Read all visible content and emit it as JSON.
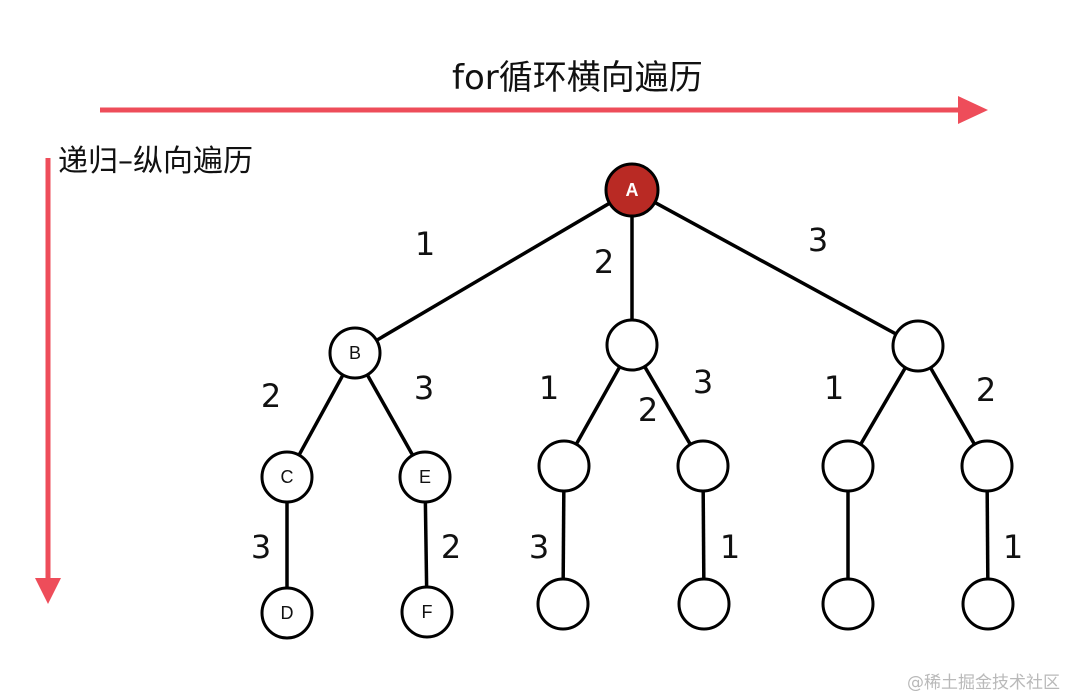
{
  "title_horizontal": "for循环横向遍历",
  "title_vertical": "递归–纵向遍历",
  "watermark": "@稀土掘金技术社区",
  "colors": {
    "arrow": "#ee4d5a",
    "root_fill": "#b92a24",
    "node_stroke": "#000000",
    "edge": "#000000"
  },
  "tree": {
    "nodes": [
      {
        "id": "A",
        "label": "A",
        "root": true
      },
      {
        "id": "B",
        "label": "B"
      },
      {
        "id": "M",
        "label": ""
      },
      {
        "id": "R",
        "label": ""
      },
      {
        "id": "C",
        "label": "C"
      },
      {
        "id": "E",
        "label": "E"
      },
      {
        "id": "M1",
        "label": ""
      },
      {
        "id": "M2",
        "label": ""
      },
      {
        "id": "R1",
        "label": ""
      },
      {
        "id": "R2",
        "label": ""
      },
      {
        "id": "D",
        "label": "D"
      },
      {
        "id": "F",
        "label": "F"
      },
      {
        "id": "M1a",
        "label": ""
      },
      {
        "id": "M2a",
        "label": ""
      },
      {
        "id": "R1a",
        "label": ""
      },
      {
        "id": "R2a",
        "label": ""
      }
    ],
    "edges": [
      {
        "from": "A",
        "to": "B",
        "label": "1"
      },
      {
        "from": "A",
        "to": "M",
        "label": "2"
      },
      {
        "from": "A",
        "to": "R",
        "label": "3"
      },
      {
        "from": "B",
        "to": "C",
        "label": "2"
      },
      {
        "from": "B",
        "to": "E",
        "label": "3"
      },
      {
        "from": "M",
        "to": "M1",
        "label": "1"
      },
      {
        "from": "M",
        "to": "M2",
        "label": "3"
      },
      {
        "from": "M",
        "to": "M2",
        "label": "2"
      },
      {
        "from": "R",
        "to": "R1",
        "label": "1"
      },
      {
        "from": "R",
        "to": "R2",
        "label": "2"
      },
      {
        "from": "C",
        "to": "D",
        "label": "3"
      },
      {
        "from": "E",
        "to": "F",
        "label": "2"
      },
      {
        "from": "M1",
        "to": "M1a",
        "label": "3"
      },
      {
        "from": "M2",
        "to": "M2a",
        "label": "1"
      },
      {
        "from": "R1",
        "to": "R1a",
        "label": ""
      },
      {
        "from": "R2",
        "to": "R2a",
        "label": "1"
      }
    ]
  }
}
